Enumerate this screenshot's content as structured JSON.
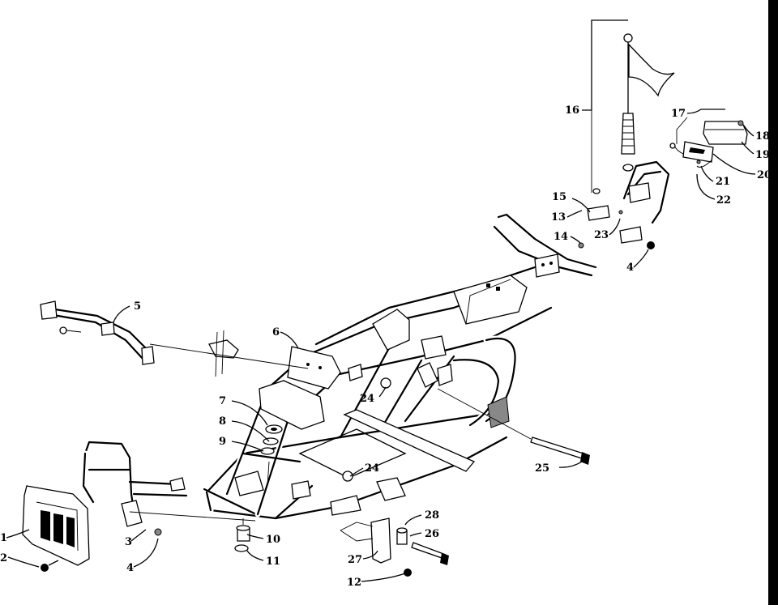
{
  "callouts": [
    {
      "id": "c1",
      "label": "1"
    },
    {
      "id": "c2",
      "label": "2"
    },
    {
      "id": "c3",
      "label": "3"
    },
    {
      "id": "c4a",
      "label": "4"
    },
    {
      "id": "c4b",
      "label": "4"
    },
    {
      "id": "c5",
      "label": "5"
    },
    {
      "id": "c6",
      "label": "6"
    },
    {
      "id": "c7",
      "label": "7"
    },
    {
      "id": "c8",
      "label": "8"
    },
    {
      "id": "c9",
      "label": "9"
    },
    {
      "id": "c10",
      "label": "10"
    },
    {
      "id": "c11",
      "label": "11"
    },
    {
      "id": "c12",
      "label": "12"
    },
    {
      "id": "c13",
      "label": "13"
    },
    {
      "id": "c14",
      "label": "14"
    },
    {
      "id": "c15",
      "label": "15"
    },
    {
      "id": "c16",
      "label": "16"
    },
    {
      "id": "c17",
      "label": "17"
    },
    {
      "id": "c18",
      "label": "18"
    },
    {
      "id": "c19",
      "label": "19"
    },
    {
      "id": "c20",
      "label": "20"
    },
    {
      "id": "c21",
      "label": "21"
    },
    {
      "id": "c22",
      "label": "22"
    },
    {
      "id": "c23",
      "label": "23"
    },
    {
      "id": "c24a",
      "label": "24"
    },
    {
      "id": "c24b",
      "label": "24"
    },
    {
      "id": "c25",
      "label": "25"
    },
    {
      "id": "c26",
      "label": "26"
    },
    {
      "id": "c27",
      "label": "27"
    },
    {
      "id": "c28",
      "label": "28"
    }
  ]
}
